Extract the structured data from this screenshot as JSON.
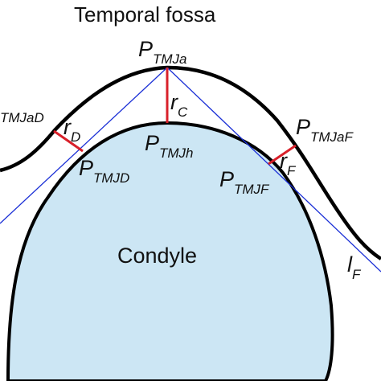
{
  "title": "Temporal fossa",
  "regions": {
    "condyle": "Condyle"
  },
  "points": {
    "p_tmja": {
      "main": "P",
      "sub": "TMJa"
    },
    "p_tmjh": {
      "main": "P",
      "sub": "TMJh"
    },
    "p_tmjd": {
      "main": "P",
      "sub": "TMJD"
    },
    "p_tmjf": {
      "main": "P",
      "sub": "TMJF"
    },
    "p_tmjaf": {
      "main": "P",
      "sub": "TMJaF"
    },
    "p_tmjad": {
      "main": "",
      "sub": "TMJaD"
    }
  },
  "distances": {
    "r_c": {
      "main": "r",
      "sub": "C"
    },
    "r_d": {
      "main": "r",
      "sub": "D"
    },
    "r_f": {
      "main": "r",
      "sub": "F"
    }
  },
  "lines": {
    "l_f": {
      "main": "l",
      "sub": "F"
    }
  },
  "colors": {
    "outline": "#000000",
    "condyle_fill": "#cce6f4",
    "tangent": "#1a2fd6",
    "distance": "#d9202a",
    "background": "#ffffff"
  }
}
